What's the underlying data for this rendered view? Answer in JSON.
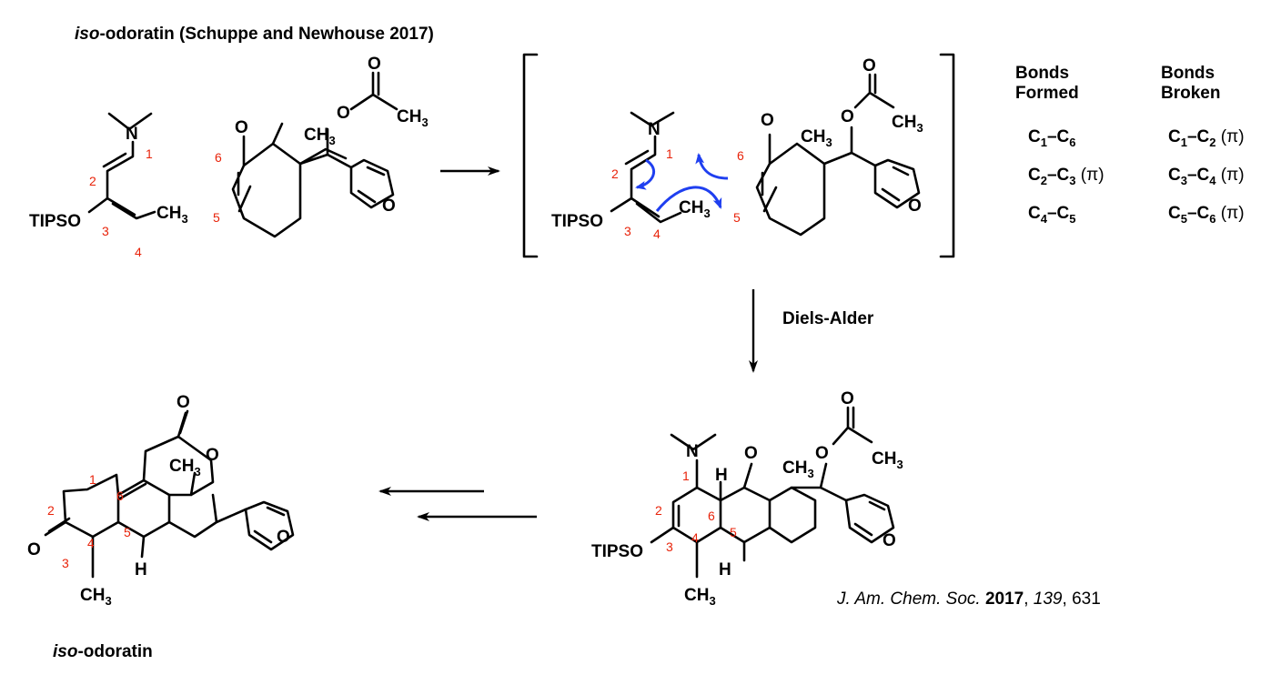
{
  "title": {
    "italic_part": "iso",
    "rest": "-odoratin (Schuppe and Newhouse 2017)"
  },
  "reagents": {
    "diene_n": "N",
    "diene_tipso": "TIPSO",
    "diene_ch3": "CH",
    "diene_ch3_sub": "3",
    "dienophile_o": "O",
    "dienophile_ch3": "CH",
    "dienophile_ch3_sub": "3",
    "acetate_o1": "O",
    "acetate_o2": "O",
    "acetate_ch3": "CH",
    "acetate_ch3_sub": "3",
    "furan_o": "O",
    "numbers": [
      "1",
      "2",
      "3",
      "4",
      "5",
      "6"
    ]
  },
  "ts": {
    "numbers": [
      "1",
      "2",
      "3",
      "4",
      "5",
      "6"
    ]
  },
  "table": {
    "col1_header_l1": "Bonds",
    "col1_header_l2": "Formed",
    "col2_header_l1": "Bonds",
    "col2_header_l2": "Broken",
    "rows": [
      {
        "formed": [
          "C",
          "1",
          "–C",
          "6",
          ""
        ],
        "broken": [
          "C",
          "1",
          "–C",
          "2",
          " (π)"
        ]
      },
      {
        "formed": [
          "C",
          "2",
          "–C",
          "3",
          " (π)"
        ],
        "broken": [
          "C",
          "3",
          "–C",
          "4",
          " (π)"
        ]
      },
      {
        "formed": [
          "C",
          "4",
          "–C",
          "5",
          ""
        ],
        "broken": [
          "C",
          "5",
          "–C",
          "6",
          " (π)"
        ]
      }
    ]
  },
  "step_label": "Diels-Alder",
  "product": {
    "h_label": "H",
    "numbers": [
      "1",
      "2",
      "3",
      "4",
      "5",
      "6"
    ]
  },
  "final": {
    "name_italic": "iso",
    "name_rest": "-odoratin",
    "h_label": "H",
    "numbers": [
      "1",
      "2",
      "3",
      "4",
      "5",
      "6"
    ]
  },
  "citation": {
    "journal": "J. Am. Chem. Soc.",
    "year": "2017",
    "volume": "139",
    "pages": "631"
  },
  "colors": {
    "atom_number": "#e8230a",
    "curly_arrow": "#1f3ff0",
    "ink": "#000000"
  }
}
